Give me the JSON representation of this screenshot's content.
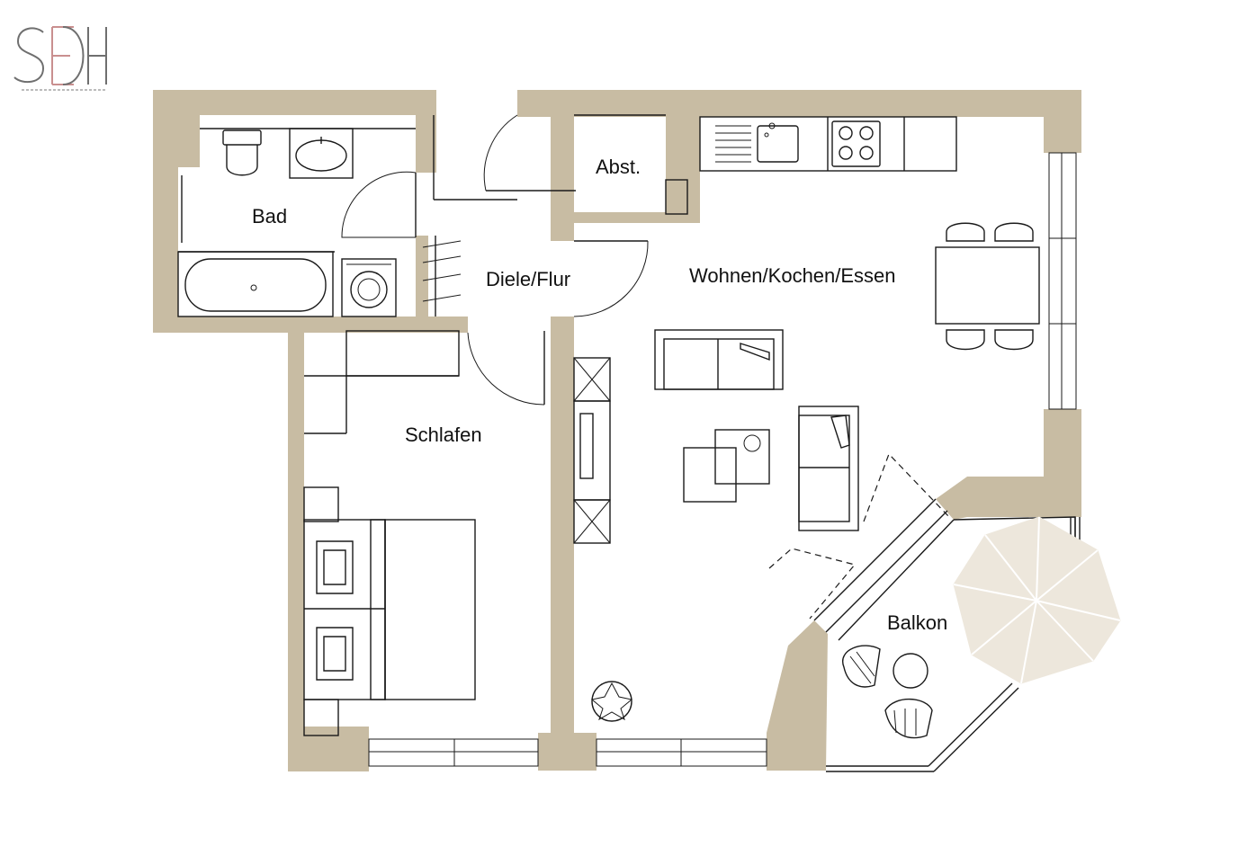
{
  "logo": {
    "letters": "SEDH",
    "colors": {
      "grey": "#6f6f6f",
      "rose": "#c98f8f"
    }
  },
  "rooms": {
    "bad": "Bad",
    "abstellraum": "Abst.",
    "diele": "Diele/Flur",
    "wohnen": "Wohnen/Kochen/Essen",
    "schlafen": "Schlafen",
    "balkon": "Balkon"
  },
  "colors": {
    "wall": "#c8bca3",
    "umbrella": "#ede7dc",
    "line": "#1a1a1a"
  },
  "icons": [
    "toilet-icon",
    "sink-icon",
    "bathtub-icon",
    "washing-machine-icon",
    "stove-icon",
    "kitchen-sink-icon",
    "dining-table-icon",
    "chair-icon",
    "sofa-icon",
    "coffee-table-icon",
    "armchair-icon",
    "tv-cabinet-icon",
    "double-bed-icon",
    "pillow-icon",
    "plant-icon",
    "parasol-icon",
    "balcony-table-icon",
    "wardrobe-icon",
    "coat-rack-icon"
  ]
}
